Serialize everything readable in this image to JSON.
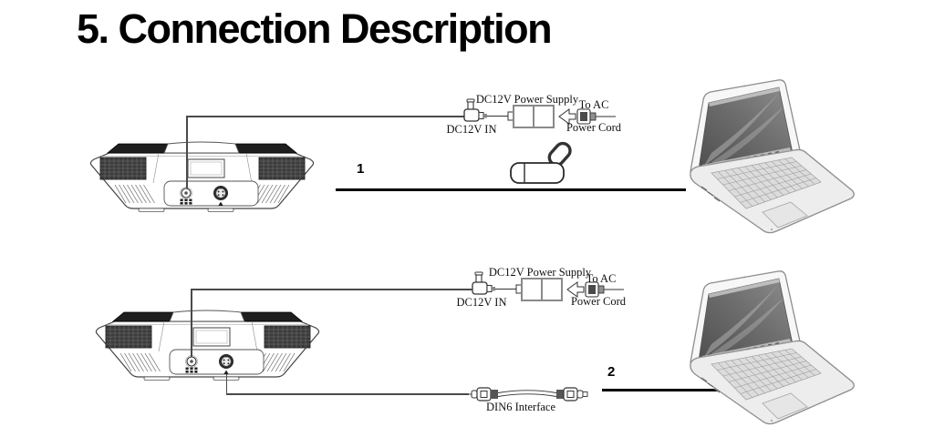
{
  "title": "5. Connection Description",
  "sections": [
    {
      "number": "1",
      "labels": {
        "power_supply": "DC12V Power Supply",
        "to_ac": "To AC",
        "power_cord": "Power Cord",
        "dc_in": "DC12V IN"
      }
    },
    {
      "number": "2",
      "labels": {
        "power_supply": "DC12V Power Supply",
        "to_ac": "To AC",
        "power_cord": "Power Cord",
        "dc_in": "DC12V IN",
        "din6": "DIN6 Interface"
      }
    }
  ],
  "illustrations": {
    "speakerphone": "conference-speakerphone-rear-view",
    "laptop": "laptop-computer",
    "usb_dongle": "usb-dongle",
    "power_adapter": "dc12v-power-adapter-with-ac-plug",
    "din6_cable": "din6-interface-cable"
  },
  "colors": {
    "background": "#ffffff",
    "wire": "#4a4a4a",
    "thick_line": "#000000",
    "text": "#111111"
  }
}
